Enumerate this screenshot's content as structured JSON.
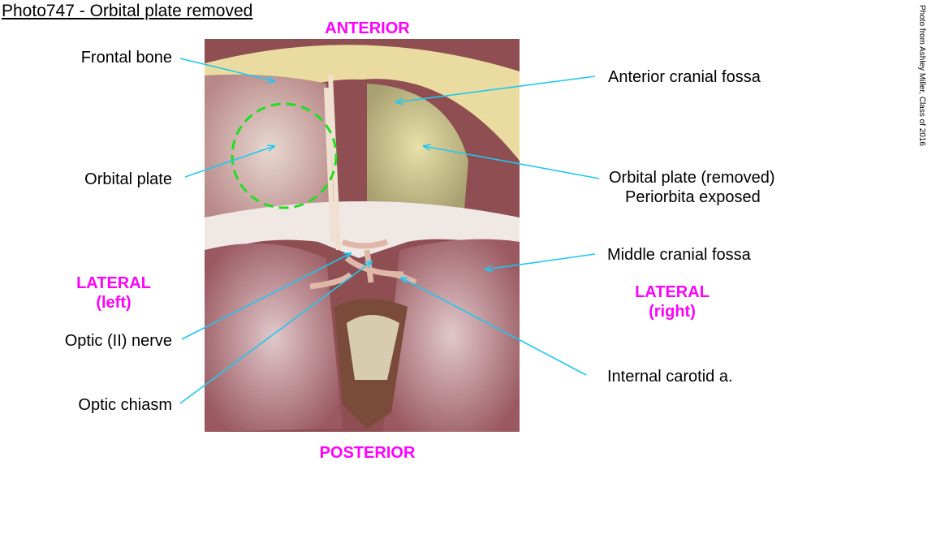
{
  "title": "Photo747 - Orbital plate removed",
  "credit": "Photo from Ashley Miller, Class of 2016",
  "directions": {
    "anterior": "ANTERIOR",
    "posterior": "POSTERIOR",
    "lateral_left": "LATERAL",
    "lateral_left_sub": "(left)",
    "lateral_right": "LATERAL",
    "lateral_right_sub": "(right)"
  },
  "labels": {
    "frontal_bone": "Frontal bone",
    "orbital_plate": "Orbital plate",
    "optic_nerve": "Optic (II) nerve",
    "optic_chiasm": "Optic chiasm",
    "anterior_cranial_fossa": "Anterior cranial fossa",
    "orbital_plate_removed": "Orbital plate (removed)",
    "periorbita_exposed": "Periorbita exposed",
    "middle_cranial_fossa": "Middle cranial fossa",
    "internal_carotid": "Internal carotid a."
  },
  "colors": {
    "arrow": "#1ec8f0",
    "direction": "#ff00ff",
    "highlight": "#22dd22"
  }
}
